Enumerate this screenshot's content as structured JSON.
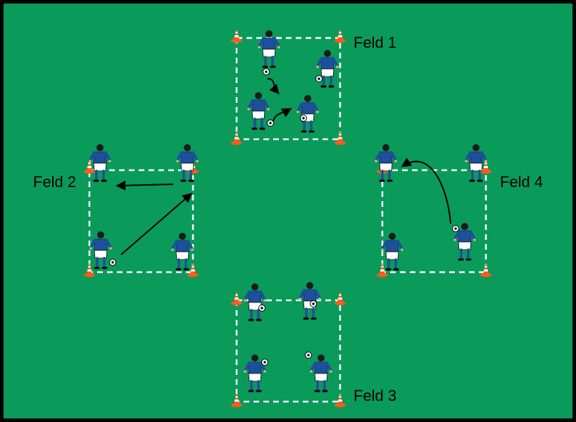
{
  "colors": {
    "pitch": "#0a9a5a",
    "border": "#000000",
    "lines": "#ffffff",
    "jersey": "#1e4f9c",
    "shorts": "#ffffff",
    "cone": "#ff5a1e",
    "arrow": "#000000"
  },
  "fields": [
    {
      "label": "Feld 1"
    },
    {
      "label": "Feld 2"
    },
    {
      "label": "Feld 3"
    },
    {
      "label": "Feld 4"
    }
  ]
}
